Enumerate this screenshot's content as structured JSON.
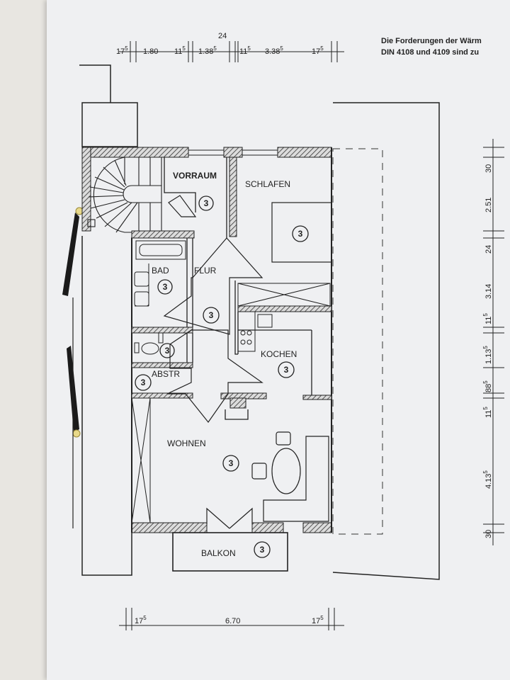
{
  "note": {
    "line1": "Die Forderungen der Wärm",
    "line2": "DIN 4108 und 4109 sind zu"
  },
  "rooms": {
    "vorraum": "VORRAUM",
    "schlafen": "SCHLAFEN",
    "bad": "BAD",
    "flur": "FLUR",
    "kochen": "KOCHEN",
    "abstr": "ABSTR",
    "wohnen": "WOHNEN",
    "balkon": "BALKON"
  },
  "room_number": "3",
  "dims_top": [
    {
      "main": "17",
      "sup": "5"
    },
    {
      "main": "1.80",
      "sup": ""
    },
    {
      "main": "11",
      "sup": "5"
    },
    {
      "main": "1.38",
      "sup": "5"
    },
    {
      "main": "24",
      "sup": ""
    },
    {
      "main": "11",
      "sup": "5"
    },
    {
      "main": "3.38",
      "sup": "5"
    },
    {
      "main": "17",
      "sup": "5"
    }
  ],
  "dims_bottom": [
    {
      "main": "17",
      "sup": "5"
    },
    {
      "main": "6.70",
      "sup": ""
    },
    {
      "main": "17",
      "sup": "5"
    }
  ],
  "dims_right": [
    {
      "main": "30",
      "sup": ""
    },
    {
      "main": "2.51",
      "sup": ""
    },
    {
      "main": "24",
      "sup": ""
    },
    {
      "main": "3.14",
      "sup": ""
    },
    {
      "main": "11",
      "sup": "5"
    },
    {
      "main": "1.13",
      "sup": "5"
    },
    {
      "main": "88",
      "sup": "5"
    },
    {
      "main": "11",
      "sup": "5"
    },
    {
      "main": "4.13",
      "sup": "5"
    },
    {
      "main": "30",
      "sup": ""
    }
  ]
}
